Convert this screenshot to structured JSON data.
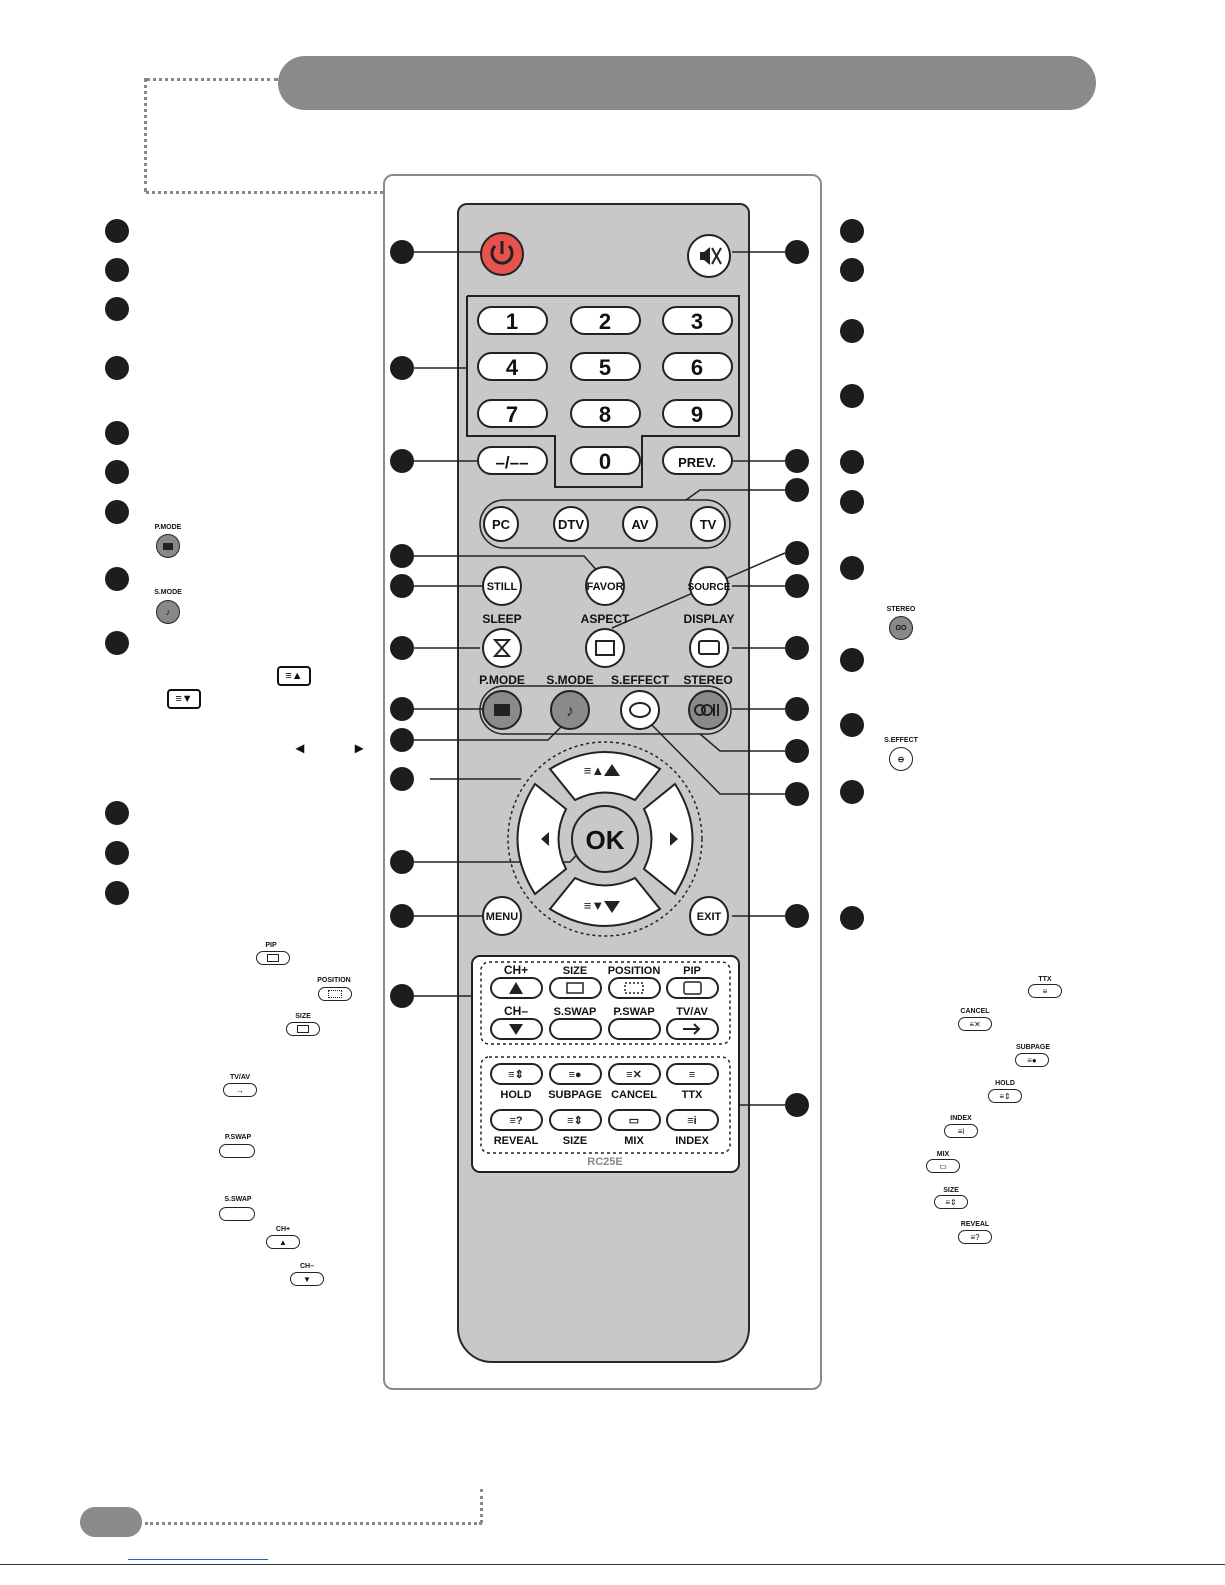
{
  "remote": {
    "model": "RC25E",
    "keypad_digits": [
      "1",
      "2",
      "3",
      "4",
      "5",
      "6",
      "7",
      "8",
      "9"
    ],
    "digit_zero": "0",
    "dash_key": "–/––",
    "prev_key": "PREV.",
    "source_keys": [
      "PC",
      "DTV",
      "AV",
      "TV"
    ],
    "favor": "FAVOR",
    "still": "STILL",
    "source": "SOURCE",
    "sleep": "SLEEP",
    "aspect": "ASPECT",
    "display": "DISPLAY",
    "pmode": "P.MODE",
    "smode": "S.MODE",
    "seffect": "S.EFFECT",
    "stereo": "STEREO",
    "ok": "OK",
    "menu": "MENU",
    "exit": "EXIT",
    "pip_labels": [
      "CH+",
      "SIZE",
      "POSITION",
      "PIP",
      "CH–",
      "S.SWAP",
      "P.SWAP",
      "TV/AV"
    ],
    "ttx_labels": [
      "HOLD",
      "SUBPAGE",
      "CANCEL",
      "TTX",
      "REVEAL",
      "SIZE",
      "MIX",
      "INDEX"
    ]
  },
  "left_minis": {
    "pmode": "P.MODE",
    "smode": "S.MODE",
    "pip": "PIP",
    "position": "POSITION",
    "size": "SIZE",
    "tvav": "TV/AV",
    "pswap": "P.SWAP",
    "sswap": "S.SWAP",
    "chplus": "CH+",
    "chminus": "CH–"
  },
  "right_minis": {
    "stereo": "STEREO",
    "seffect": "S.EFFECT",
    "ttx": "TTX",
    "cancel": "CANCEL",
    "subpage": "SUBPAGE",
    "hold": "HOLD",
    "index": "INDEX",
    "mix": "MIX",
    "size": "SIZE",
    "reveal": "REVEAL"
  }
}
